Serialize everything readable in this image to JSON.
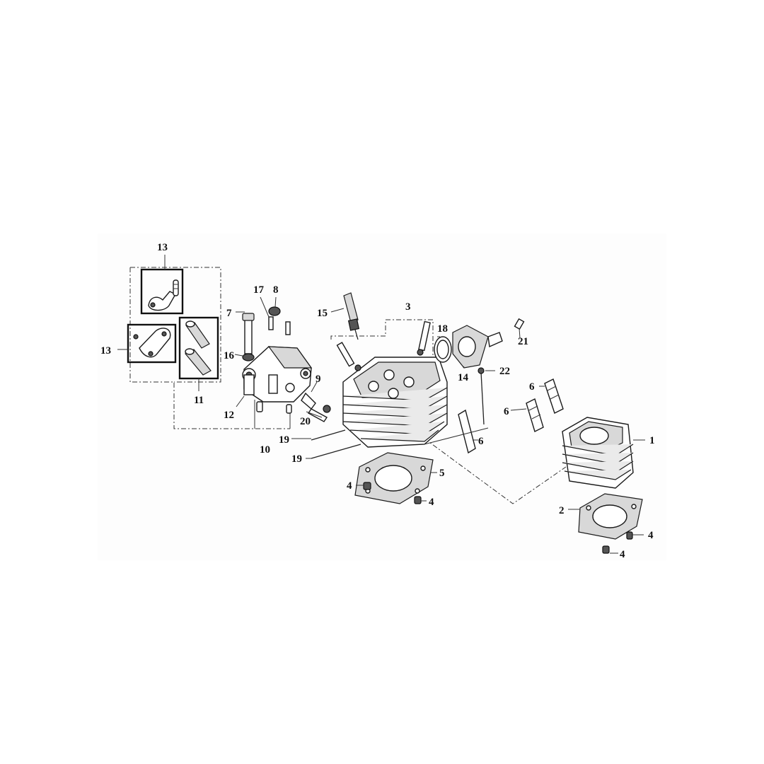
{
  "diagram": {
    "callouts": [
      {
        "id": "c13a",
        "text": "13"
      },
      {
        "id": "c13b",
        "text": "13"
      },
      {
        "id": "c11",
        "text": "11"
      },
      {
        "id": "c17",
        "text": "17"
      },
      {
        "id": "c8",
        "text": "8"
      },
      {
        "id": "c7",
        "text": "7"
      },
      {
        "id": "c16",
        "text": "16"
      },
      {
        "id": "c12",
        "text": "12"
      },
      {
        "id": "c9",
        "text": "9"
      },
      {
        "id": "c20",
        "text": "20"
      },
      {
        "id": "c10",
        "text": "10"
      },
      {
        "id": "c19a",
        "text": "19"
      },
      {
        "id": "c19b",
        "text": "19"
      },
      {
        "id": "c15",
        "text": "15"
      },
      {
        "id": "c3",
        "text": "3"
      },
      {
        "id": "c18",
        "text": "18"
      },
      {
        "id": "c14",
        "text": "14"
      },
      {
        "id": "c21",
        "text": "21"
      },
      {
        "id": "c22",
        "text": "22"
      },
      {
        "id": "c6a",
        "text": "6"
      },
      {
        "id": "c6b",
        "text": "6"
      },
      {
        "id": "c6c",
        "text": "6"
      },
      {
        "id": "c1",
        "text": "1"
      },
      {
        "id": "c5",
        "text": "5"
      },
      {
        "id": "c4a",
        "text": "4"
      },
      {
        "id": "c4b",
        "text": "4"
      },
      {
        "id": "c2",
        "text": "2"
      },
      {
        "id": "c4c",
        "text": "4"
      },
      {
        "id": "c4d",
        "text": "4"
      }
    ]
  }
}
